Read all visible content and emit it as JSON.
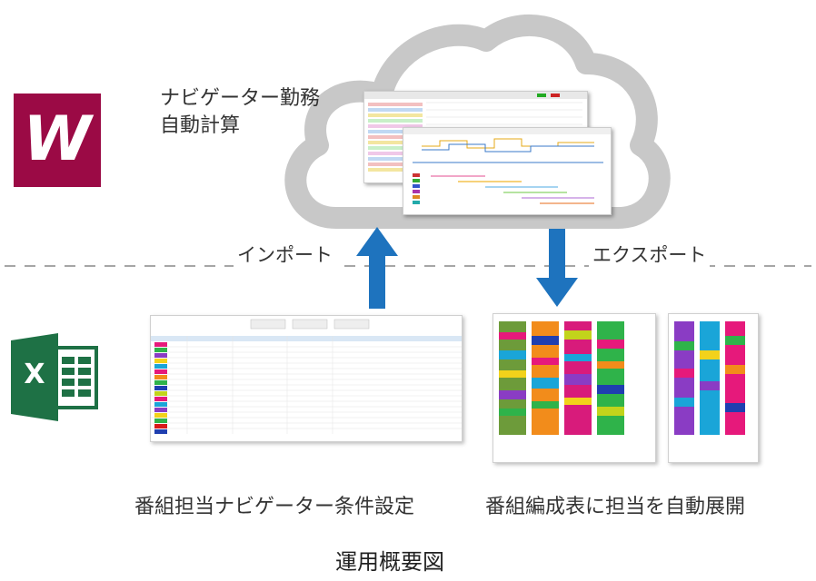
{
  "cloud_title_line1": "ナビゲーター勤務",
  "cloud_title_line2": "自動計算",
  "import_label": "インポート",
  "export_label": "エクスポート",
  "left_caption": "番組担当ナビゲーター条件設定",
  "right_caption": "番組編成表に担当を自動展開",
  "figure_caption": "運用概要図",
  "w_logo_letter": "W",
  "excel_logo_letter": "X",
  "colors": {
    "w_logo_bg": "#9b0a45",
    "excel_green": "#1e7145",
    "arrow_blue": "#1e73be",
    "cloud_gray": "#c8c8c8",
    "divider_gray": "#a6a6a6"
  },
  "icons": [
    "w-app-logo",
    "excel-logo",
    "cloud-icon",
    "up-arrow-icon",
    "down-arrow-icon"
  ]
}
